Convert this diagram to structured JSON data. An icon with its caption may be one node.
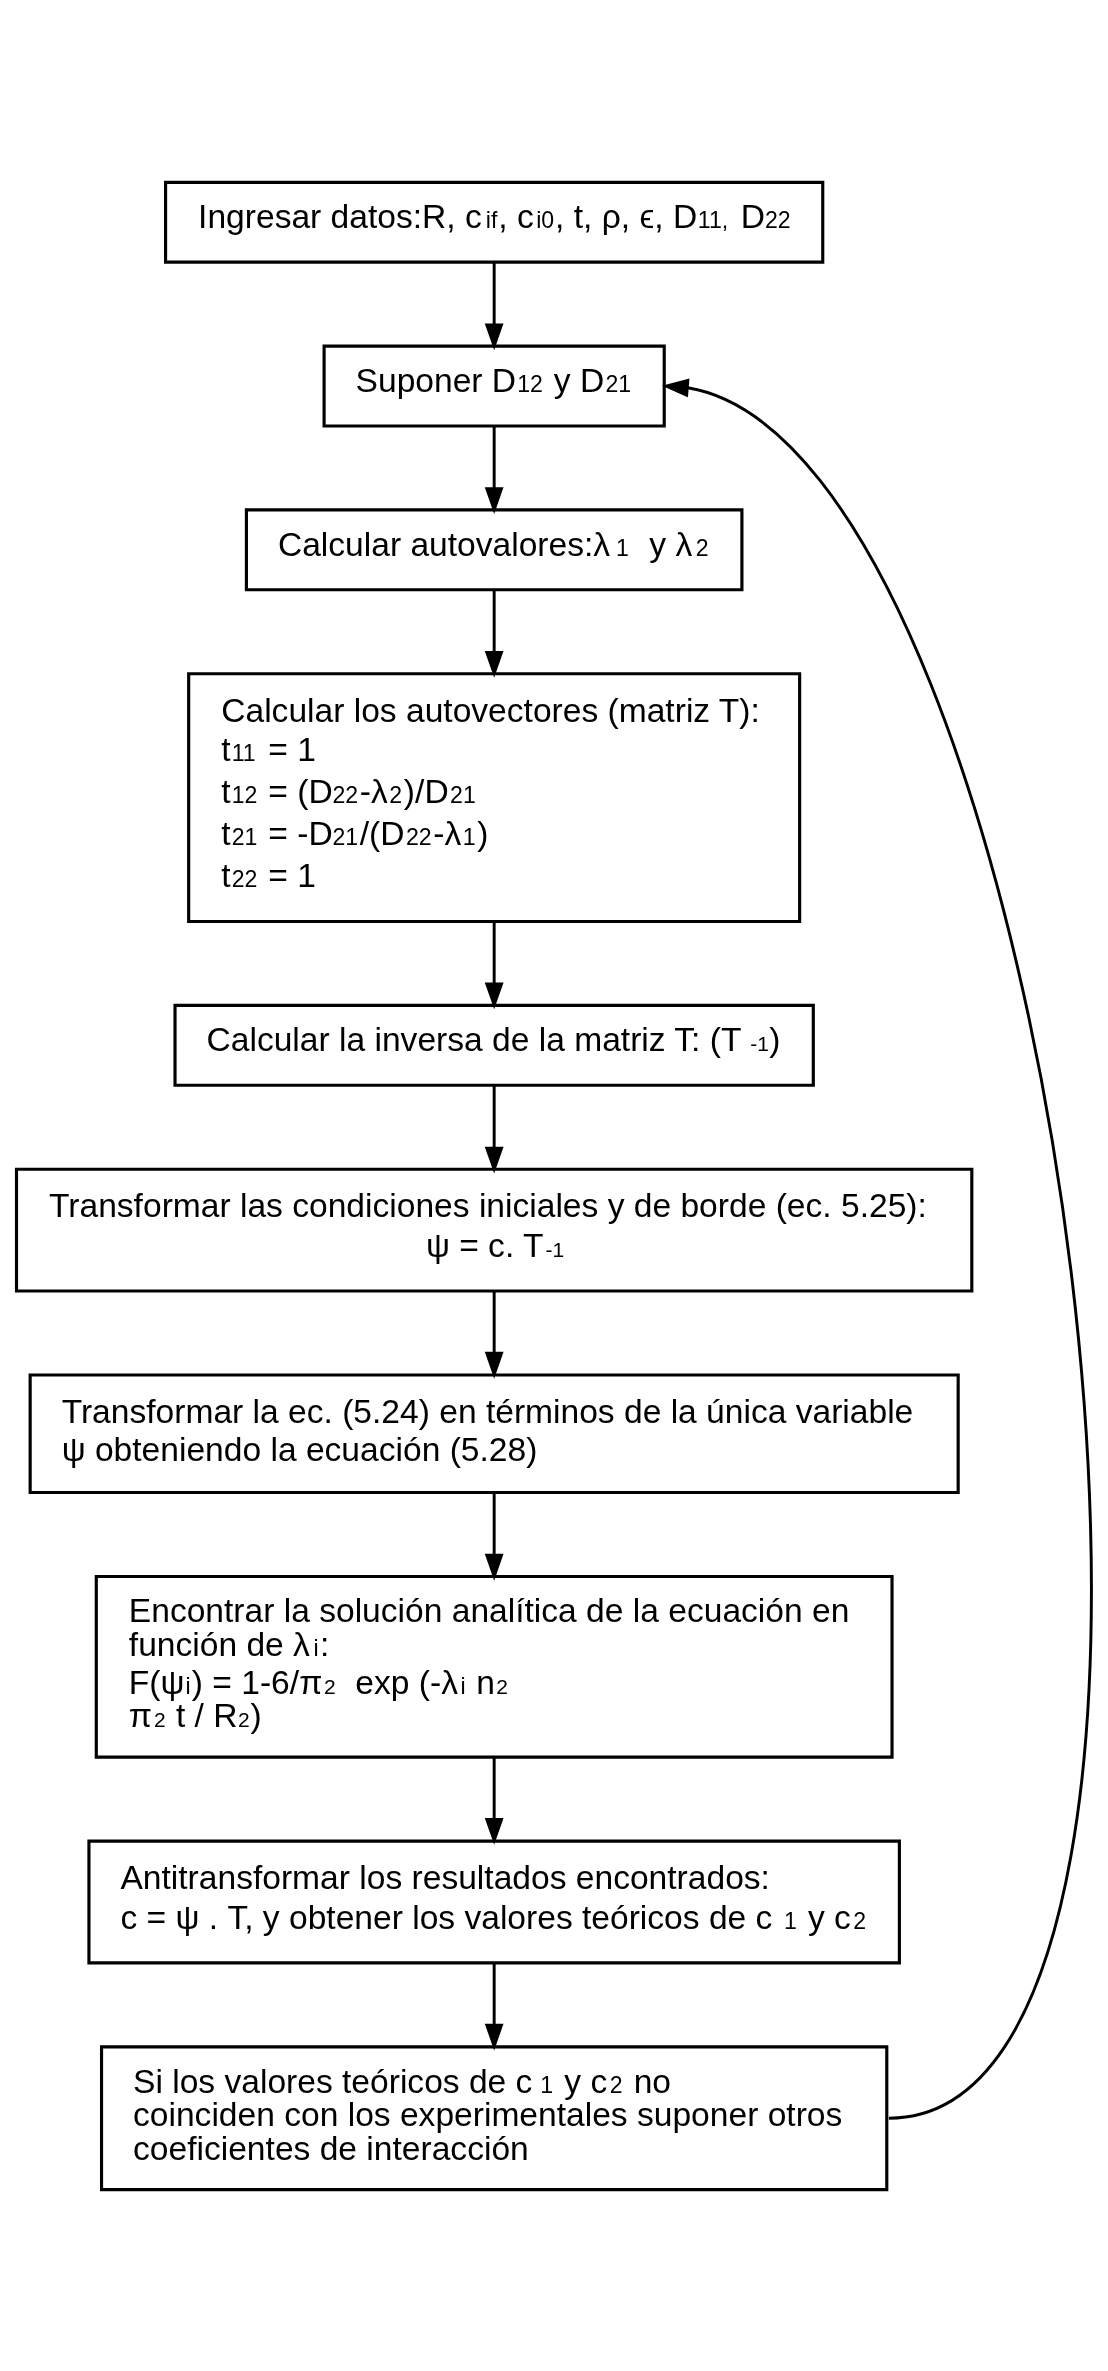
{
  "diagram": {
    "nodes": [
      {
        "text": [
          "Ingresar datos:R, c$_{if}$, c$_{i0}$, t, ρ, ϵ, D$_{11,}$ D$_{22}$"
        ]
      },
      {
        "text": [
          "Suponer D$_{12}$ y D$_{21}$"
        ]
      },
      {
        "text": [
          "Calcular autovalores:λ$_{1}$  y λ$_{2}$"
        ]
      },
      {
        "text": [
          "Calcular los autovectores (matriz T):",
          "t$_{11}$ = 1",
          "t$_{12}$ = (D$_{22}$-λ$_{2}$)/D$_{21}$",
          "t$_{21}$ = -D$_{21}$/(D$_{22}$-λ$_{1}$)",
          "t$_{22}$ = 1"
        ]
      },
      {
        "text": [
          "Calcular la inversa de la matriz T: (T$^{-1}$)"
        ]
      },
      {
        "text": [
          "Transformar las condiciones iniciales y de borde (ec. 5.25):",
          "ψ = c. T$^{-1}$"
        ]
      },
      {
        "text": [
          "Transformar la ec. (5.24) en términos de la única variable ψ obteniendo la ecuación (5.28)"
        ]
      },
      {
        "text": [
          "Encontrar la solución analítica de la ecuación en función de λ$_{i}$:",
          "F(ψ$_{i}$) = 1-6/π$^{2}$  exp (-λ$_{i}$ n$^{2}$ π$^{2}$ t / R$^{2}$)"
        ]
      },
      {
        "text": [
          "Antitransformar los resultados encontrados:",
          "c = ψ . T, y obtener los valores teóricos de c$_{1}$ y c$_{2}$"
        ]
      },
      {
        "text": [
          "Si los valores teóricos de c$_{1}$ y c$_{2}$ no coinciden con los experimentales suponer otros coeficientes de interacción"
        ]
      }
    ],
    "edges": [
      {
        "from": 0,
        "to": 1,
        "arrow": "to"
      },
      {
        "from": 1,
        "to": 2,
        "arrow": "to"
      },
      {
        "from": 2,
        "to": 3,
        "arrow": "to"
      },
      {
        "from": 3,
        "to": 4,
        "arrow": "to"
      },
      {
        "from": 4,
        "to": 5,
        "arrow": "to"
      },
      {
        "from": 5,
        "to": 6,
        "arrow": "to"
      },
      {
        "from": 6,
        "to": 7,
        "arrow": "to"
      },
      {
        "from": 7,
        "to": 8,
        "arrow": "to"
      },
      {
        "from": 8,
        "to": 9,
        "arrow": "to"
      },
      {
        "from": 9,
        "to": 1,
        "arrow": "to"
      }
    ]
  }
}
